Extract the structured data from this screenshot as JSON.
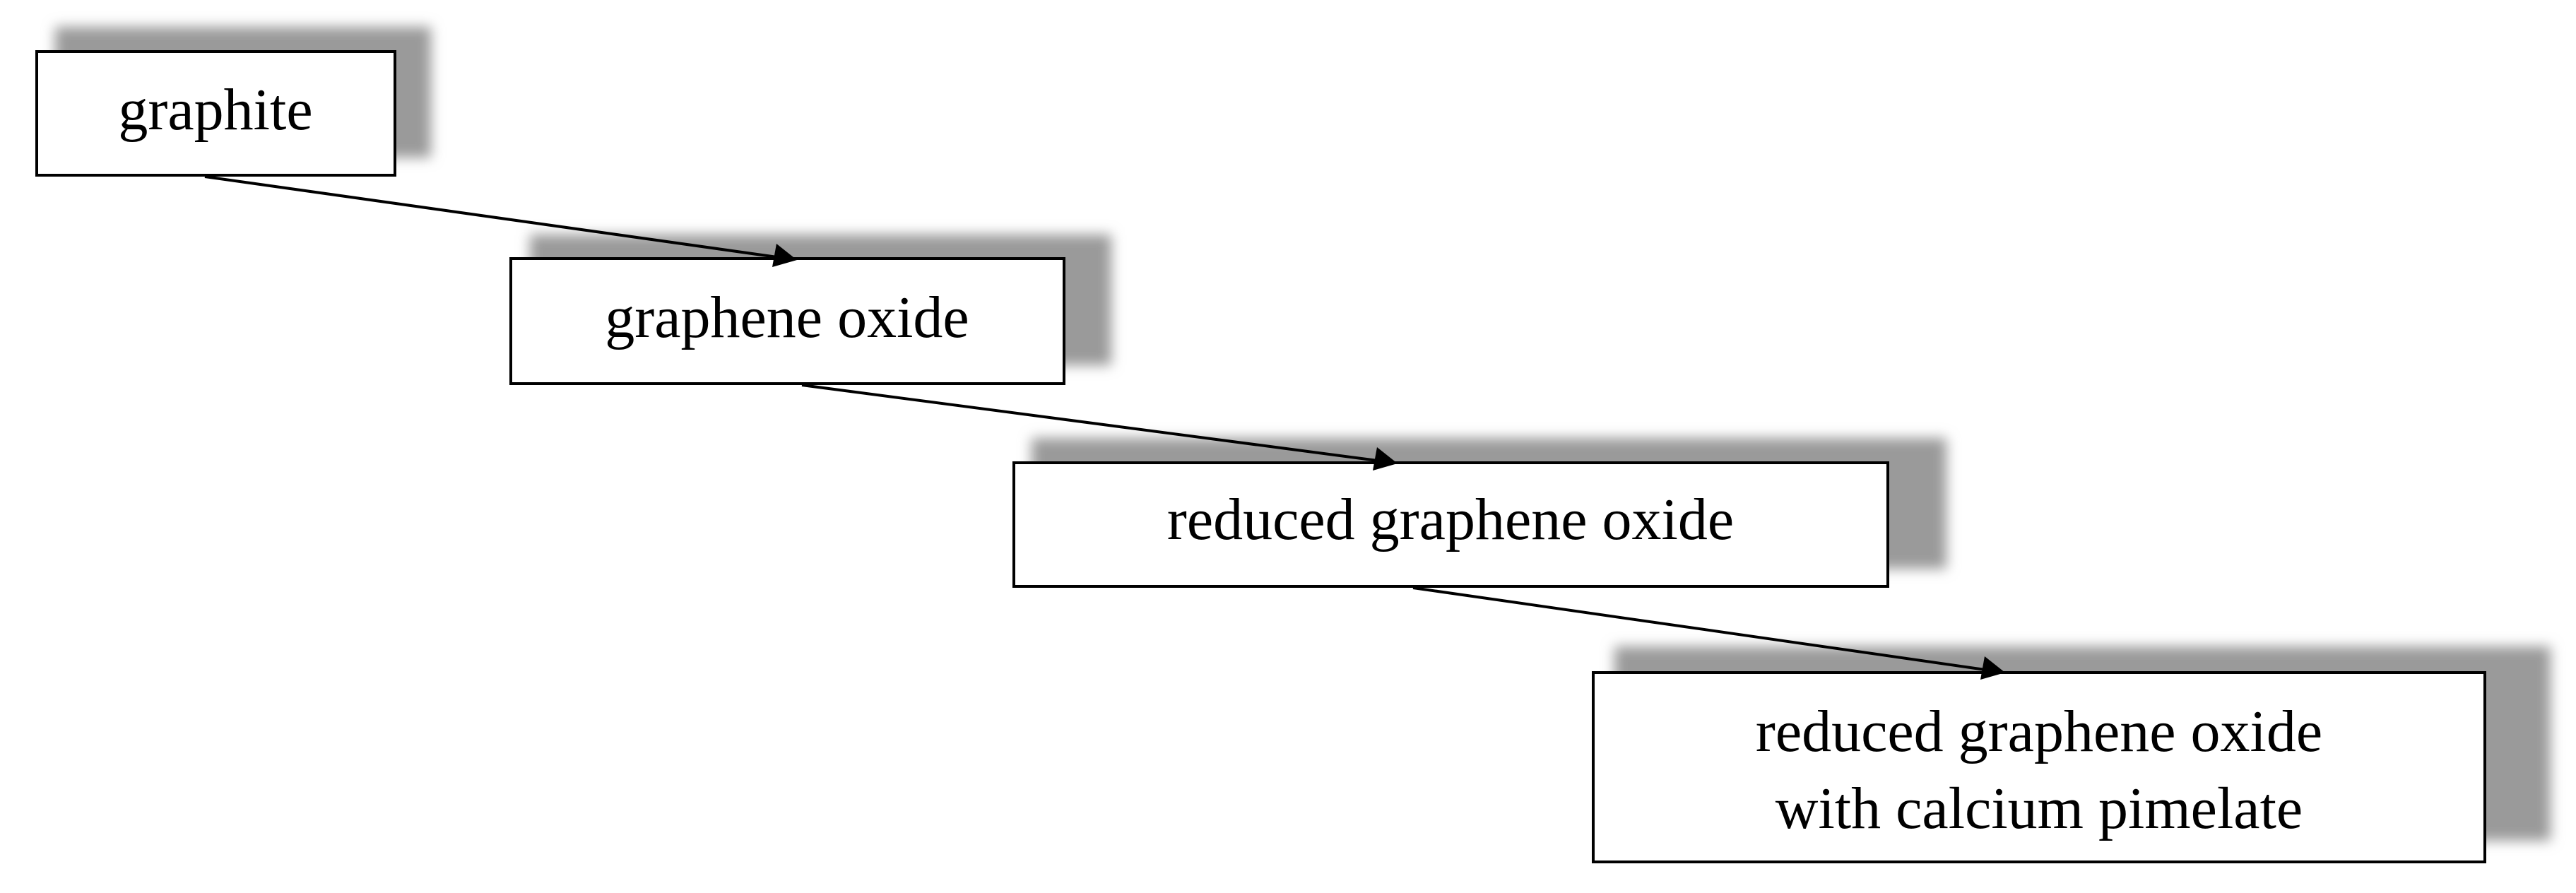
{
  "diagram": {
    "type": "flow",
    "nodes": [
      {
        "id": "graphite",
        "lines": [
          "graphite"
        ]
      },
      {
        "id": "graphene_oxide",
        "lines": [
          "graphene oxide"
        ]
      },
      {
        "id": "reduced_graphene_oxide",
        "lines": [
          "reduced graphene oxide"
        ]
      },
      {
        "id": "rgo_calcium_pimelate",
        "lines": [
          "reduced graphene oxide",
          "with calcium pimelate"
        ]
      }
    ],
    "edges": [
      {
        "from": "graphite",
        "to": "graphene_oxide"
      },
      {
        "from": "graphene_oxide",
        "to": "reduced_graphene_oxide"
      },
      {
        "from": "reduced_graphene_oxide",
        "to": "rgo_calcium_pimelate"
      }
    ],
    "colors": {
      "box_fill": "#ffffff",
      "box_stroke": "#000000",
      "shadow": "#9a9a9a",
      "text": "#000000",
      "arrow": "#000000"
    }
  }
}
